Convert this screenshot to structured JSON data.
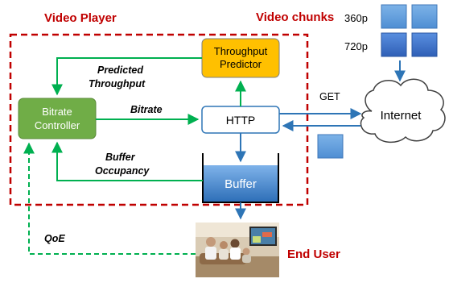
{
  "titles": {
    "video_player": "Video Player",
    "video_chunks": "Video chunks",
    "end_user": "End User"
  },
  "nodes": {
    "throughput_predictor": {
      "line1": "Throughput",
      "line2": "Predictor"
    },
    "bitrate_controller": {
      "line1": "Bitrate",
      "line2": "Controller"
    },
    "http": "HTTP",
    "buffer": "Buffer",
    "internet": "Internet"
  },
  "flow_labels": {
    "predicted_throughput": {
      "line1": "Predicted",
      "line2": "Throughput"
    },
    "bitrate": "Bitrate",
    "buffer_occupancy": {
      "line1": "Buffer",
      "line2": "Occupancy"
    },
    "get": "GET",
    "qoe": "QoE"
  },
  "chunk_rows": [
    {
      "label": "360p",
      "color": "#5b9bd5"
    },
    {
      "label": "720p",
      "color": "#3a6fc8"
    }
  ],
  "colors": {
    "red_text": "#c00000",
    "player_border": "#c00000",
    "green_arrow": "#00b050",
    "blue_arrow": "#2e75b6",
    "predictor_fill": "#ffc000",
    "controller_fill": "#70ad47",
    "buffer_fill": "#4f8fd6"
  },
  "icons": {
    "end_user": "family-watching-tv-photo",
    "network": "cloud-shape"
  }
}
